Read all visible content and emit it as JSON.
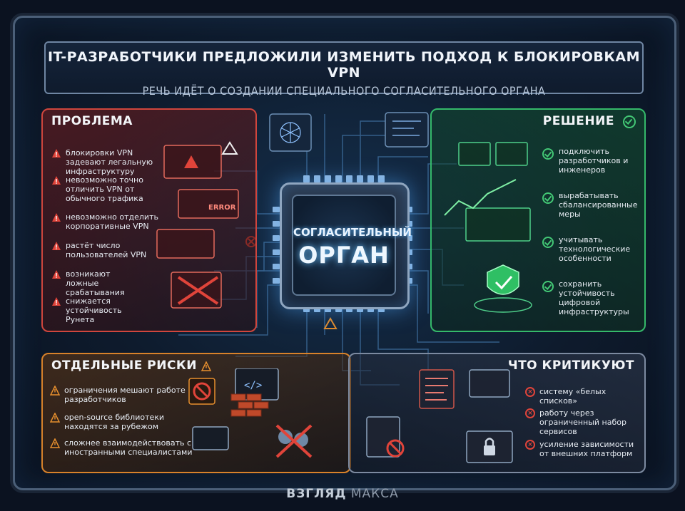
{
  "header": {
    "title": "IT-РАЗРАБОТЧИКИ ПРЕДЛОЖИЛИ ИЗМЕНИТЬ ПОДХОД К БЛОКИРОВКАМ VPN",
    "subtitle": "РЕЧЬ ИДЁТ О СОЗДАНИИ СПЕЦИАЛЬНОГО СОГЛАСИТЕЛЬНОГО ОРГАНА"
  },
  "center": {
    "line1": "СОГЛАСИТЕЛЬНЫЙ",
    "line2": "ОРГАН"
  },
  "problem": {
    "title": "ПРОБЛЕМА",
    "items": [
      "блокировки VPN задевают легальную инфраструктуру",
      "невозможно точно отличить VPN от обычного трафика",
      "невозможно отделить корпоративные VPN",
      "растёт число пользователей VPN",
      "возникают ложные срабатывания",
      "снижается устойчивость Рунета"
    ],
    "screen_label": "ERROR"
  },
  "solution": {
    "title": "РЕШЕНИЕ",
    "items": [
      "подключить разработчиков и инженеров",
      "вырабатывать сбалансированные меры",
      "учитывать технологические особенности",
      "сохранить устойчивость цифровой инфраструктуры"
    ]
  },
  "risks": {
    "title": "ОТДЕЛЬНЫЕ РИСКИ",
    "items": [
      "ограничения мешают работе разработчиков",
      "open-source библиотеки находятся за рубежом",
      "сложнее взаимодействовать с иностранными специалистами"
    ]
  },
  "critic": {
    "title": "ЧТО КРИТИКУЮТ",
    "items": [
      "систему «белых списков»",
      "работу через ограниченный набор сервисов",
      "усиление зависимости от внешних платформ"
    ]
  },
  "footer": {
    "brand": "ВЗГЛЯД",
    "name": "МАКСА"
  },
  "colors": {
    "problem": "#d0463d",
    "solution": "#35b96a",
    "risks": "#d8822a",
    "critic": "#7c8aa0",
    "accent": "#5db6ff"
  },
  "icons": [
    "warning-icon",
    "check-circle-icon",
    "x-circle-icon",
    "shield-check-icon",
    "lock-icon",
    "brick-wall-icon",
    "ban-icon"
  ]
}
